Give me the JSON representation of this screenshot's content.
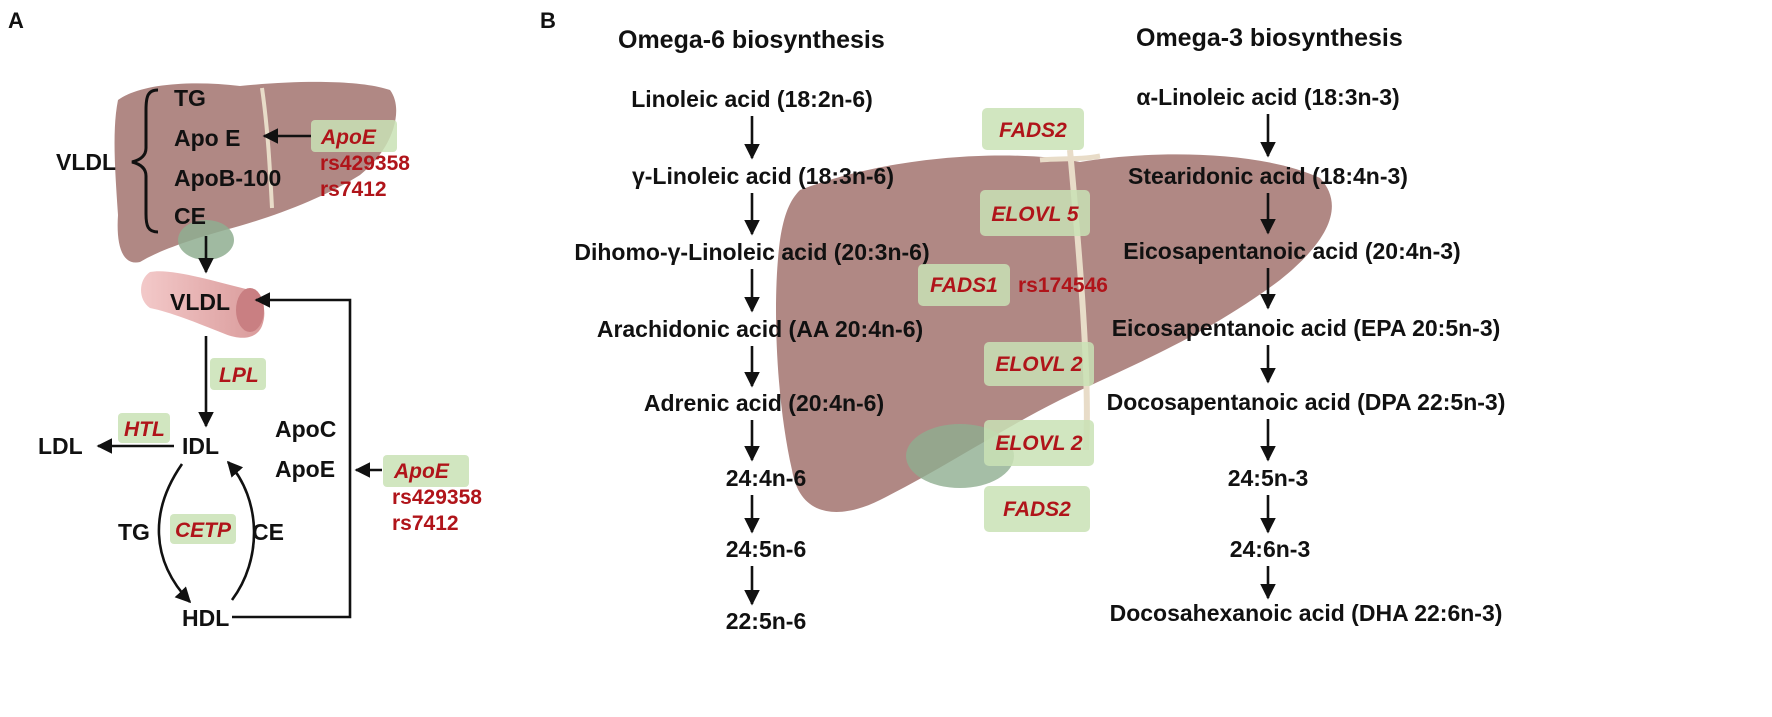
{
  "panel_a": {
    "label": "A",
    "liver_components": [
      "TG",
      "Apo E",
      "ApoB-100",
      "CE"
    ],
    "vldl_bracket_label": "VLDL",
    "vessel_label": "VLDL",
    "apoe_gene_top": "ApoE",
    "snps_top": [
      "rs429358",
      "rs7412"
    ],
    "lpl_gene": "LPL",
    "htl_gene": "HTL",
    "idl": "IDL",
    "ldl": "LDL",
    "hdl": "HDL",
    "apoc": "ApoC",
    "apoe_right": "ApoE",
    "apoe_gene_right": "ApoE",
    "snps_right": [
      "rs429358",
      "rs7412"
    ],
    "cetp_gene": "CETP",
    "tg": "TG",
    "ce": "CE"
  },
  "panel_b": {
    "label": "B",
    "omega6_title": "Omega-6 biosynthesis",
    "omega3_title": "Omega-3 biosynthesis",
    "omega6_steps": [
      "Linoleic acid (18:2n-6)",
      "γ-Linoleic acid (18:3n-6)",
      "Dihomo-γ-Linoleic acid (20:3n-6)",
      "Arachidonic acid (AA 20:4n-6)",
      "Adrenic acid (20:4n-6)",
      "24:4n-6",
      "24:5n-6",
      "22:5n-6"
    ],
    "omega3_steps": [
      "α-Linoleic acid (18:3n-3)",
      "Stearidonic acid (18:4n-3)",
      "Eicosapentanoic acid (20:4n-3)",
      "Eicosapentanoic acid (EPA 20:5n-3)",
      "Docosapentanoic acid (DPA 22:5n-3)",
      "24:5n-3",
      "24:6n-3",
      "Docosahexanoic acid (DHA 22:6n-3)"
    ],
    "enzymes": [
      "FADS2",
      "ELOVL 5",
      "FADS1",
      "ELOVL 2",
      "ELOVL 2",
      "FADS2"
    ],
    "fads1_snp": "rs174546"
  },
  "colors": {
    "liver": "#b08884",
    "gene_text": "#b0141a",
    "gene_box": "#c9e2b5",
    "gallbladder": "#8fae90",
    "vessel": "#e9b4b4"
  }
}
